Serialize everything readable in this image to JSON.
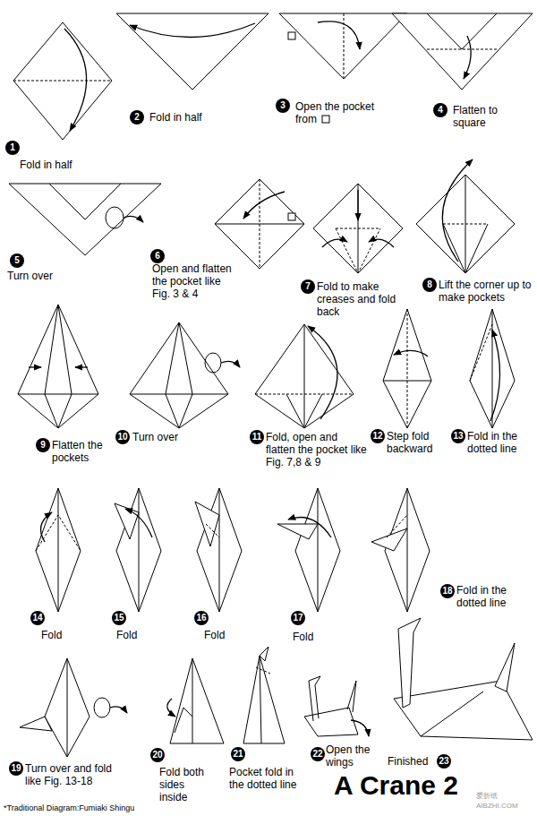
{
  "diagram": {
    "title": "A Crane 2",
    "caption": "*Traditional Diagram:Fumiaki Shingu",
    "labels": [
      "1",
      "Fold in half",
      "2",
      "Fold in half",
      "3",
      "Open the pocket from",
      "4",
      "Flatten to square",
      "5",
      "Turn over",
      "6",
      "Open and flatten the pocket like Fig. 3 & 4",
      "7",
      "Fold to make creases and fold back",
      "8",
      "Lift the corner up to make pockets",
      "9",
      "Flatten the pockets",
      "10",
      "Turn over",
      "11",
      "Fold, open and flatten the pocket like Fig. 7,8 & 9",
      "12",
      "Step fold backward",
      "13",
      "Fold in the dotted line",
      "14",
      "Fold",
      "15",
      "Fold",
      "16",
      "Fold",
      "17",
      "Fold",
      "18",
      "Fold in the dotted line",
      "19",
      "Turn over and fold like Fig. 13-18",
      "20",
      "Fold both sides inside",
      "21",
      "Pocket fold in the dotted line",
      "22",
      "Open the wings",
      "23",
      "Finished",
      "爱折纸",
      "AIBZHI.COM"
    ]
  }
}
